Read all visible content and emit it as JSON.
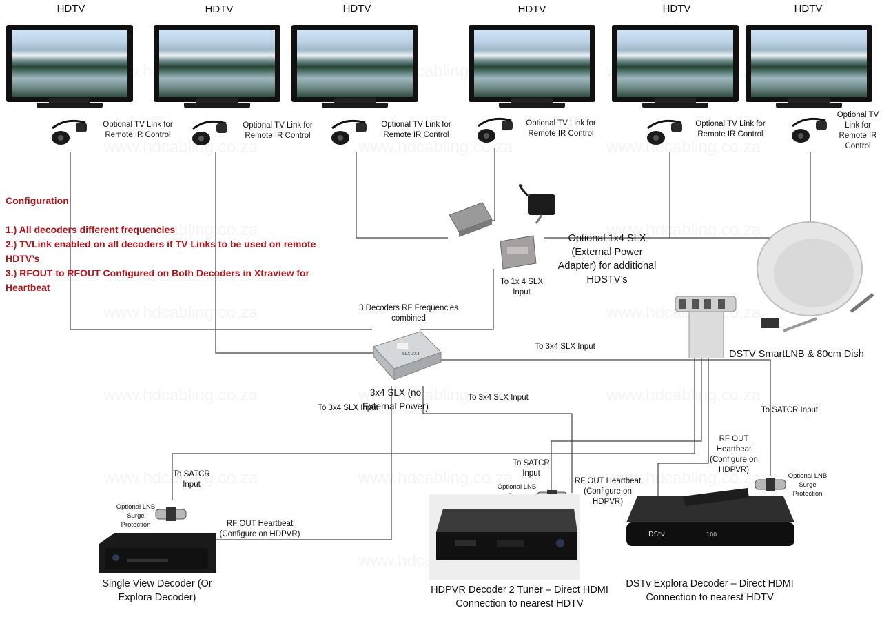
{
  "hdtv_labels": [
    "HDTV",
    "HDTV",
    "HDTV",
    "HDTV",
    "HDTV",
    "HDTV"
  ],
  "tvlink_labels": [
    "Optional TV Link for Remote IR Control",
    "Optional TV Link for Remote IR Control",
    "Optional TV Link for Remote IR Control",
    "Optional TV Link for Remote IR Control",
    "Optional TV Link for Remote IR Control",
    "Optional TV Link for Remote IR Control"
  ],
  "configuration": {
    "title": "Configuration",
    "line1": "1.) All decoders different frequencies",
    "line2": "2.) TVLink enabled on all decoders if TV Links to be used on remote HDTV’s",
    "line3": "3.) RFOUT to RFOUT Configured on Both Decoders in Xtraview for Heartbeat"
  },
  "slx_1x4": {
    "caption": "Optional 1x4 SLX (External Power Adapter) for additional HDSTV’s",
    "input": "To 1x 4 SLX Input"
  },
  "slx_3x4": {
    "freq": "3 Decoders RF Frequencies combined",
    "caption": "3x4 SLX (no External Power)",
    "body_label": "SLX 3X4"
  },
  "dish": {
    "caption": "DSTV SmartLNB & 80cm Dish"
  },
  "connections": {
    "to_3x4_right": "To 3x4 SLX Input",
    "to_3x4_mid": "To 3x4 SLX Input",
    "to_3x4_left": "To 3x4 SLX Input",
    "to_satcr_left": "To SATCR Input",
    "to_satcr_mid": "To SATCR Input",
    "to_satcr_right": "To SATCR Input",
    "rf_out_left": "RF OUT Heartbeat (Configure on HDPVR)",
    "rf_out_mid": "RF OUT Heartbeat (Configure on HDPVR)",
    "rf_out_right": "RF OUT Heartbeat (Configure on HDPVR)",
    "lnb_surge_left": "Optional LNB Surge Protection",
    "lnb_surge_mid": "Optional LNB Surge Protection",
    "lnb_surge_right": "Optional LNB Surge Protection"
  },
  "decoders": {
    "single": "Single View Decoder (Or Explora Decoder)",
    "hdpvr": "HDPVR Decoder 2 Tuner – Direct HDMI Connection to nearest HDTV",
    "explora": "DSTv Explora Decoder – Direct HDMI Connection to nearest HDTV",
    "explora_brand": "DStv",
    "explora_display": "100"
  },
  "watermark": "www.hdcabling.co.za",
  "colors": {
    "config_red": "#b0151b",
    "wire": "#444444"
  }
}
